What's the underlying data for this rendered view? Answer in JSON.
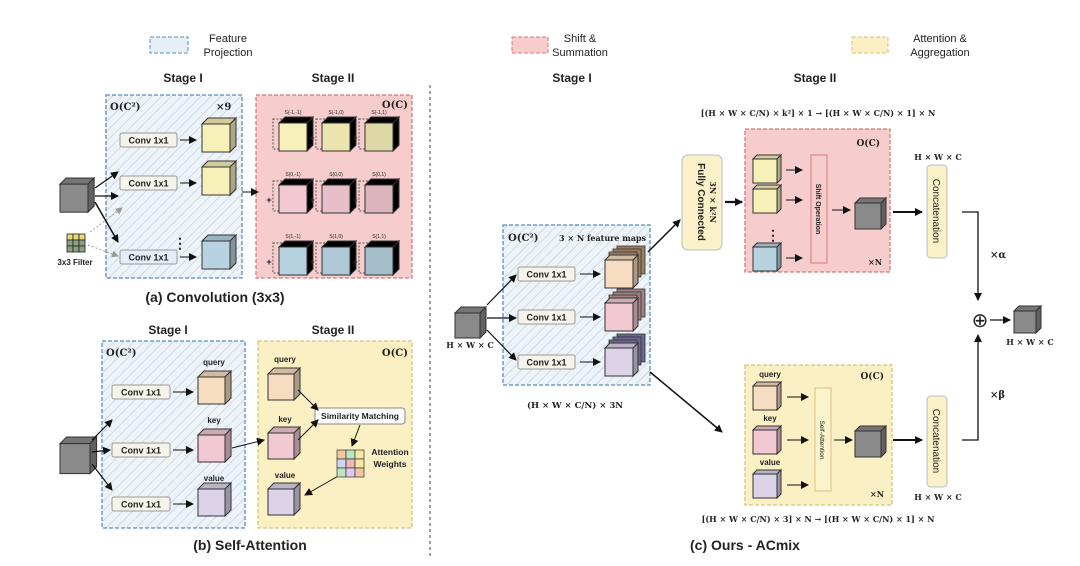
{
  "colors": {
    "projection_fill": "#e6eef6",
    "projection_stroke": "#5b8cc0",
    "shift_fill": "#f7cccc",
    "shift_stroke": "#d77a7a",
    "attention_fill": "#fbefc4",
    "attention_stroke": "#d8c27a",
    "yellow_cube": "#f7f0b8",
    "pink_cube": "#f2c9d2",
    "blue_cube": "#b7d3e2",
    "gray_cube": "#8a8a8a",
    "peach_cube": "#f6dcc0",
    "lilac_cube": "#dcd3e8"
  },
  "legend": {
    "projection": [
      "Feature",
      "Projection"
    ],
    "shift": [
      "Shift &",
      "Summation"
    ],
    "attention": [
      "Attention  &",
      "Aggregation"
    ]
  },
  "conv": {
    "stage1": "Stage I",
    "stage2": "Stage II",
    "complexity1": "O(C²)",
    "complexity2": "O(C)",
    "times9": "×9",
    "conv_label": "Conv 1x1",
    "filter_label": "3x3 Filter",
    "shift_labels": [
      "S(-1,-1)",
      "S(-1,0)",
      "S(-1,1)",
      "S(0,-1)",
      "S(0,0)",
      "S(0,1)",
      "S(1,-1)",
      "S(1,0)",
      "S(1,1)"
    ],
    "caption": "(a) Convolution (3x3)"
  },
  "attn": {
    "stage1": "Stage I",
    "stage2": "Stage II",
    "complexity1": "O(C²)",
    "complexity2": "O(C)",
    "conv_label": "Conv 1x1",
    "query": "query",
    "key": "key",
    "value": "value",
    "similarity": "Similarity Matching",
    "weights": [
      "Attention",
      "Weights"
    ],
    "caption": "(b) Self-Attention"
  },
  "acmix": {
    "stage1": "Stage I",
    "stage2": "Stage II",
    "complexity1": "O(C²)",
    "complexity2": "O(C)",
    "feature_maps": "3 × N  feature maps",
    "conv_label": "Conv 1x1",
    "input_dim": "H × W × C",
    "proj_dim": "(H × W × C/N) × 3N",
    "fc": [
      "Fully Connected",
      "3N × k²N"
    ],
    "shift_formula": "[(H × W × C/N) × k²] × 1  →  [(H × W × C/N) × 1] × N",
    "shift_op": "Shift Operation",
    "times_n": "×N",
    "concat": "Concatenation",
    "concat_dim": "H × W × C",
    "alpha": "×α",
    "beta": "×β",
    "sum": "⊕",
    "output_dim": "H × W × C",
    "query": "query",
    "key": "key",
    "value": "value",
    "self_attention": "Self-Attention",
    "attn_formula": "[(H × W × C/N) × 3] × N  →  [(H × W × C/N) × 1] × N",
    "caption": "(c) Ours - ACmix"
  }
}
